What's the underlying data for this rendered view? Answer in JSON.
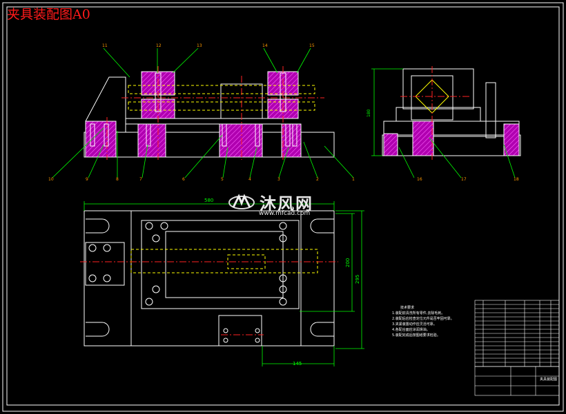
{
  "title": "夹具装配图A0",
  "watermark": {
    "brand": "沐风网",
    "url": "www.mfcad.com"
  },
  "front_view_balloons": [
    "11",
    "12",
    "13",
    "14",
    "15",
    "10",
    "9",
    "8",
    "7",
    "6",
    "5",
    "4",
    "3",
    "2",
    "1"
  ],
  "side_view_balloons": [
    "16",
    "17",
    "18"
  ],
  "dimensions": {
    "top_width": "580",
    "inner_height": "200",
    "outer_height": "295",
    "bottom_width": "145",
    "side_height": "180"
  },
  "technical_notes": {
    "heading": "技术要求",
    "items": [
      "1.装配前清洗所有零件,去除毛刺。",
      "2.装配后应检查定位元件是否牢固可靠。",
      "3.夹紧装置动作应灵活可靠。",
      "4.各配合面应涂润滑油。",
      "5.装配完成后按图纸要求检验。"
    ]
  },
  "title_block": {
    "name": "夹具装配图"
  },
  "colors": {
    "title": "#ff1a1a",
    "outline": "#ffffff",
    "section": "#cc00cc",
    "dim": "#00ff00",
    "center": "#ff0000",
    "hidden": "#ffff00"
  }
}
